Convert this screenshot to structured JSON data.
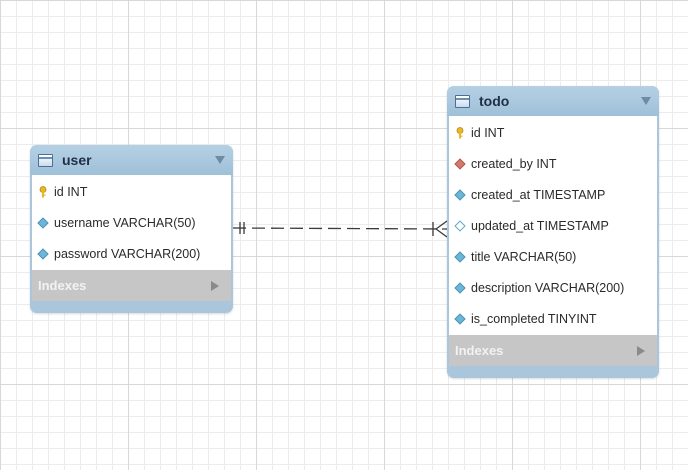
{
  "tables": [
    {
      "name": "user",
      "columns": [
        {
          "icon": "key-icon",
          "label": "id INT"
        },
        {
          "icon": "diamond-icon",
          "label": "username VARCHAR(50)"
        },
        {
          "icon": "diamond-icon",
          "label": "password VARCHAR(200)"
        }
      ],
      "indexes_label": "Indexes"
    },
    {
      "name": "todo",
      "columns": [
        {
          "icon": "key-icon",
          "label": "id INT"
        },
        {
          "icon": "foreign-key-diamond-icon",
          "label": "created_by INT"
        },
        {
          "icon": "diamond-icon",
          "label": "created_at TIMESTAMP"
        },
        {
          "icon": "hollow-diamond-icon",
          "label": "updated_at TIMESTAMP"
        },
        {
          "icon": "diamond-icon",
          "label": "title VARCHAR(50)"
        },
        {
          "icon": "diamond-icon",
          "label": "description VARCHAR(200)"
        },
        {
          "icon": "diamond-icon",
          "label": "is_completed TINYINT"
        }
      ],
      "indexes_label": "Indexes"
    }
  ],
  "relationship": {
    "from": "user",
    "to": "todo",
    "type": "one-to-many",
    "style": "dashed"
  },
  "colors": {
    "header": "#a9c6dc",
    "indexes": "#c6c6c6",
    "key": "#e8b923",
    "column_diamond": "#6fb6d6",
    "foreign_key_diamond": "#d37a6e"
  }
}
